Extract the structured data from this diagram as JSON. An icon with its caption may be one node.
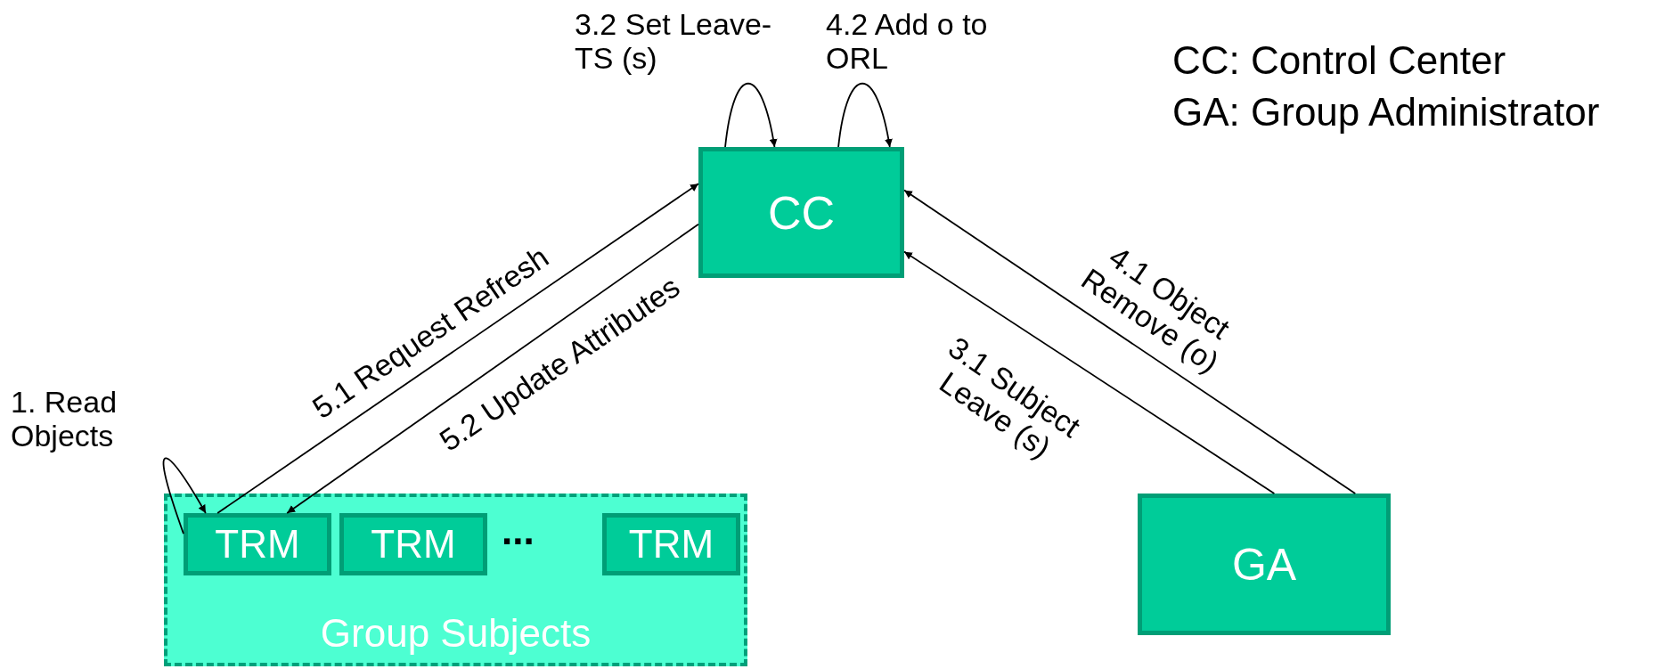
{
  "diagram": {
    "nodes": [
      {
        "text": [
          "CC"
        ]
      },
      {
        "text": [
          "Group Subjects"
        ]
      },
      {
        "text": [
          "TRM"
        ],
        "in": 1
      },
      {
        "text": [
          "TRM"
        ],
        "in": 1
      },
      {
        "text": [
          "TRM"
        ],
        "in": 1
      },
      {
        "text": [
          "GA"
        ]
      }
    ],
    "edges": [
      {
        "from": 2,
        "to": 2,
        "arrow": "to",
        "label": "1. Read Objects"
      },
      {
        "from": 2,
        "to": 0,
        "arrow": "to",
        "label": "5.1 Request Refresh"
      },
      {
        "from": 0,
        "to": 2,
        "arrow": "to",
        "label": "5.2 Update Attributes"
      },
      {
        "from": 5,
        "to": 0,
        "arrow": "to",
        "label": "3.1 Subject Leave (s)"
      },
      {
        "from": 0,
        "to": 0,
        "arrow": "to",
        "label": "3.2 Set Leave-TS (s)"
      },
      {
        "from": 5,
        "to": 0,
        "arrow": "to",
        "label": "4.1 Object Remove (o)"
      },
      {
        "from": 0,
        "to": 0,
        "arrow": "to",
        "label": "4.2 Add o to ORL"
      }
    ],
    "labels": [
      "CC: Control Center",
      "GA: Group Administrator",
      "..."
    ]
  }
}
